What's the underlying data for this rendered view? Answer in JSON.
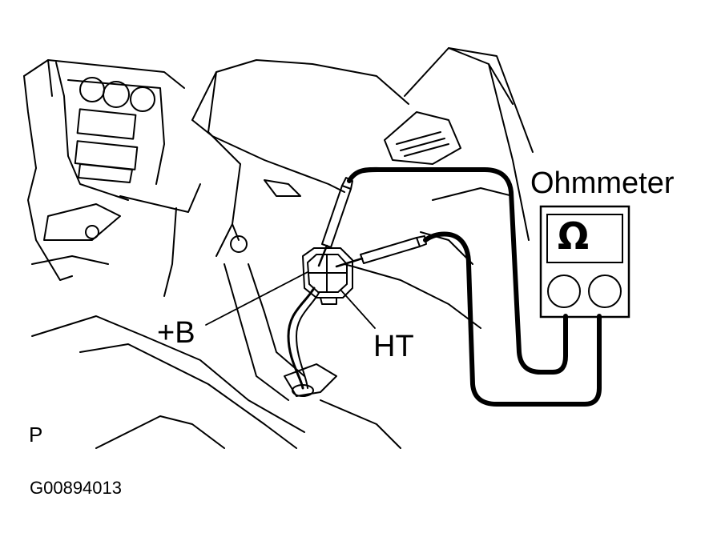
{
  "labels": {
    "ohmmeter": "Ohmmeter",
    "plus_b": "+B",
    "ht": "HT",
    "view": "P",
    "figure_code": "G00894013"
  },
  "meter": {
    "symbol": "Ω"
  },
  "colors": {
    "line": "#000000",
    "background": "#ffffff"
  }
}
